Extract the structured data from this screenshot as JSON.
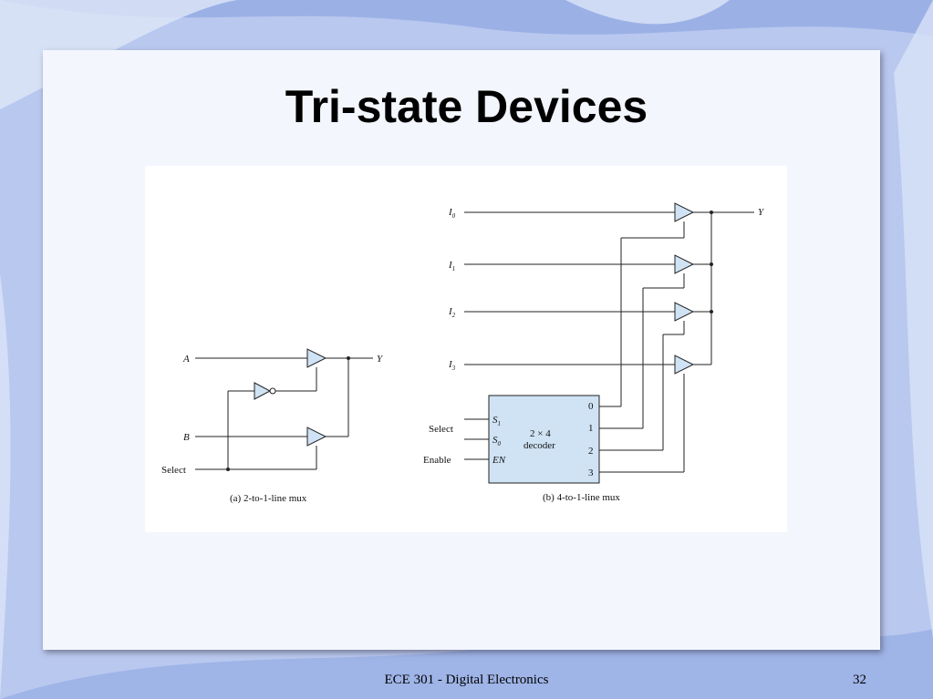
{
  "slide": {
    "title": "Tri-state Devices",
    "footer": "ECE 301 - Digital Electronics",
    "page_number": "32"
  },
  "diagram_a": {
    "input_a": "A",
    "input_b": "B",
    "select": "Select",
    "output": "Y",
    "caption": "(a) 2-to-1-line mux"
  },
  "diagram_b": {
    "inputs": [
      {
        "label": "I",
        "sub": "0"
      },
      {
        "label": "I",
        "sub": "1"
      },
      {
        "label": "I",
        "sub": "2"
      },
      {
        "label": "I",
        "sub": "3"
      }
    ],
    "output": "Y",
    "select": "Select",
    "enable": "Enable",
    "decoder": {
      "line1": "2 × 4",
      "line2": "decoder",
      "s1": "S",
      "s1_sub": "1",
      "s0": "S",
      "s0_sub": "0",
      "en": "EN",
      "outputs": [
        "0",
        "1",
        "2",
        "3"
      ]
    },
    "caption": "(b) 4-to-1-line mux"
  },
  "colors": {
    "background": "#b9c8ee",
    "card": "#f3f6fd",
    "component_fill": "#cfe3f4"
  }
}
